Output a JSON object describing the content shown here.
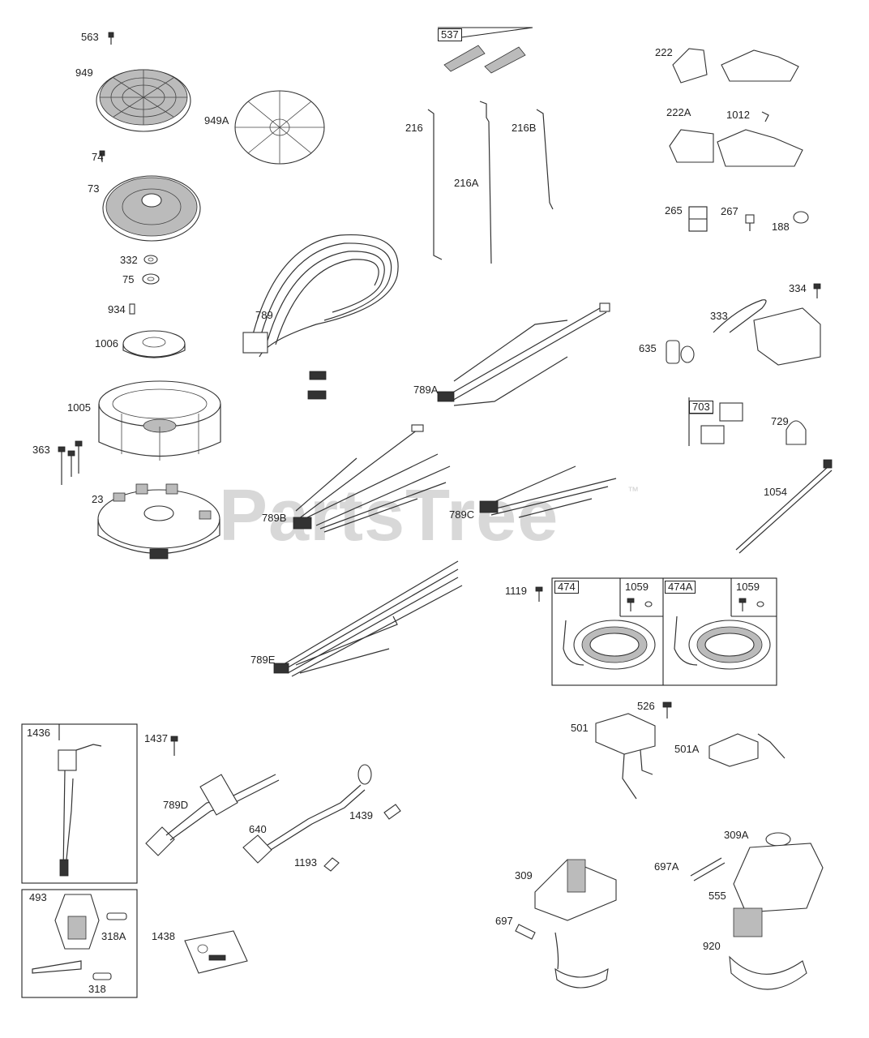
{
  "watermark": "PartsTree",
  "trademark": "™",
  "parts": {
    "p563": "563",
    "p949": "949",
    "p949A": "949A",
    "p74": "74",
    "p73": "73",
    "p332": "332",
    "p75": "75",
    "p934": "934",
    "p1006": "1006",
    "p1005": "1005",
    "p363": "363",
    "p23": "23",
    "p537": "537",
    "p216": "216",
    "p216A": "216A",
    "p216B": "216B",
    "p222": "222",
    "p222A": "222A",
    "p1012": "1012",
    "p265": "265",
    "p267": "267",
    "p188": "188",
    "p789": "789",
    "p789A": "789A",
    "p334": "334",
    "p333": "333",
    "p635": "635",
    "p703": "703",
    "p729": "729",
    "p789B": "789B",
    "p789C": "789C",
    "p1054": "1054",
    "p1119": "1119",
    "p474": "474",
    "p1059a": "1059",
    "p474A": "474A",
    "p1059b": "1059",
    "p789E": "789E",
    "p526": "526",
    "p501": "501",
    "p501A": "501A",
    "p1436": "1436",
    "p1437": "1437",
    "p789D": "789D",
    "p640": "640",
    "p1439": "1439",
    "p1193": "1193",
    "p493": "493",
    "p318A": "318A",
    "p318": "318",
    "p1438": "1438",
    "p309A": "309A",
    "p697A": "697A",
    "p309": "309",
    "p555": "555",
    "p697": "697",
    "p920": "920"
  },
  "icons": {
    "flywheel": "flywheel-icon",
    "screen": "screen-icon",
    "harness": "wire-harness-icon",
    "stator": "stator-icon",
    "starter": "starter-motor-icon",
    "regulator": "regulator-icon"
  }
}
